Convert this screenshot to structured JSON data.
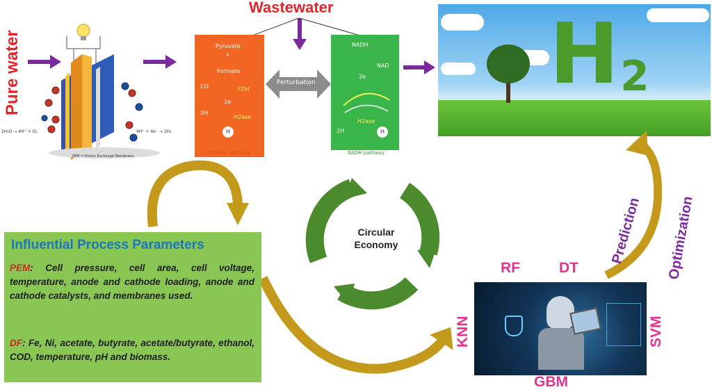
{
  "labels": {
    "pure_water": "Pure water",
    "wastewater": "Wastewater",
    "perturbation": "Perturbation",
    "formate_pathway": "Formate pathway",
    "nadh_pathway": "NADH pathway",
    "circular_economy_line1": "Circular",
    "circular_economy_line2": "Economy",
    "prediction": "Prediction",
    "optimization": "Optimization"
  },
  "formate_panel": {
    "pyruvate": "Pyruvate",
    "formate": "Formate",
    "fdh": "FDH",
    "co2": "CO",
    "two_e": "2e",
    "two_h": "2H",
    "h2ase": "H2ase",
    "h2": "H"
  },
  "nadh_panel": {
    "nadh": "NADH",
    "nad": "NAD",
    "two_e": "2e",
    "two_h": "2H",
    "h2ase": "H2ase",
    "h2": "H"
  },
  "hydrogen": {
    "h": "H",
    "two": "2"
  },
  "pem_diagram": {
    "caption": "PEM = Proton Exchange Membrane",
    "left_eq": "2H₂O → 4H⁺ + O₂",
    "right_eq": "4H⁺ + 4e⁻ → 2H₂"
  },
  "params": {
    "title": "Influential Process Parameters",
    "pem_label": "PEM",
    "pem_text": ": Cell pressure, cell area, cell voltage, temperature, anode and cathode loading, anode and cathode catalysts, and membranes used.",
    "df_label": "DF",
    "df_text": ": Fe, Ni, acetate, butyrate, acetate/butyrate, ethanol, COD, temperature, pH and biomass."
  },
  "ml_models": [
    "RF",
    "DT",
    "KNN",
    "SVM",
    "GBM"
  ],
  "colors": {
    "red_title": "#e0262b",
    "purple": "#7b2a9c",
    "gold_arrow": "#c49a1c",
    "green_cycle": "#4c8a2e",
    "formate_panel": "#f26522",
    "nadh_panel": "#3ab54a",
    "params_box": "#8ac653",
    "params_title": "#1a78b8",
    "ml_label": "#e0348f"
  }
}
